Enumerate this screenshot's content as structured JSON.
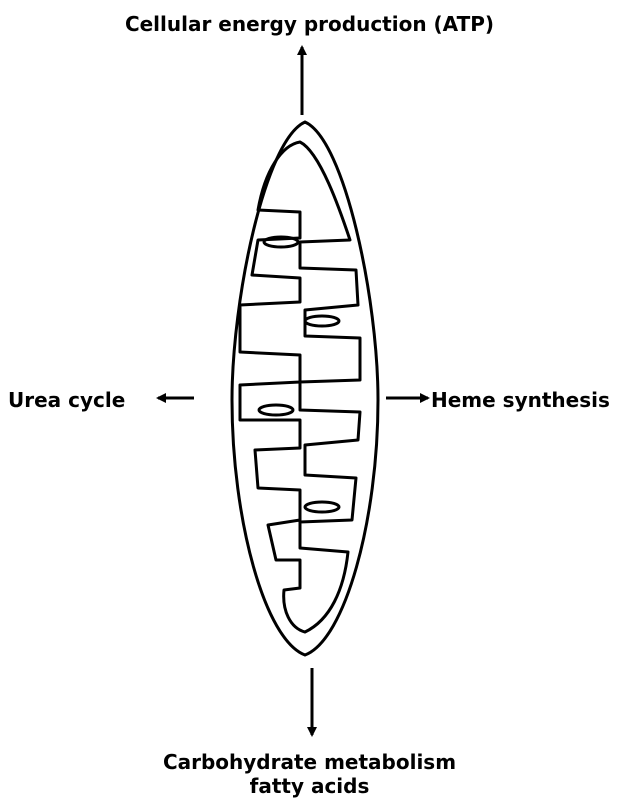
{
  "labels": {
    "top": "Cellular energy production (ATP)",
    "left": "Urea cycle",
    "right": "Heme synthesis",
    "bottom_line1": "Carbohydrate metabolism",
    "bottom_line2": "fatty acids"
  },
  "colors": {
    "stroke": "#000000",
    "background": "#ffffff"
  }
}
